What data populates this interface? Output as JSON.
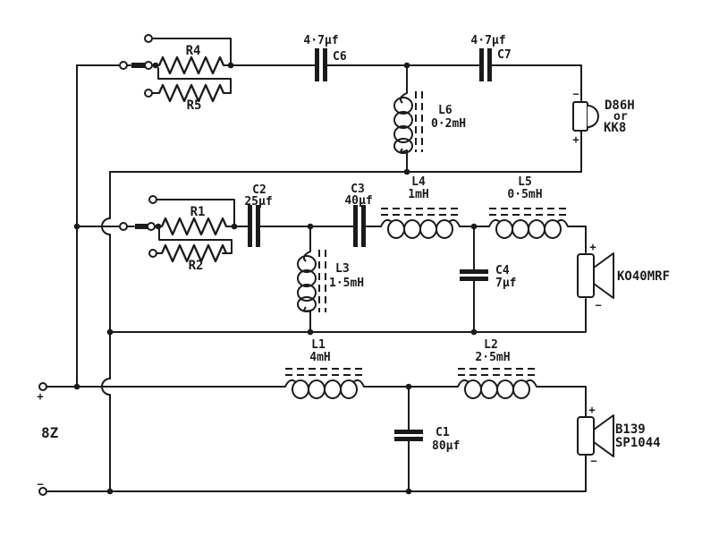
{
  "colors": {
    "background": "#ffffff",
    "ink": "#1b1b1b"
  },
  "input": {
    "impedance": "8Z",
    "positive": "+",
    "negative": "−"
  },
  "resistors": {
    "r1": "R1",
    "r2": "R2",
    "r4": "R4",
    "r5": "R5"
  },
  "capacitors": {
    "c1": {
      "ref": "C1",
      "value": "80µf"
    },
    "c2": {
      "ref": "C2",
      "value": "25µf"
    },
    "c3": {
      "ref": "C3",
      "value": "40µf"
    },
    "c4": {
      "ref": "C4",
      "value": "7µf"
    },
    "c6": {
      "ref": "C6",
      "value": "4·7µf"
    },
    "c7": {
      "ref": "C7",
      "value": "4·7µf"
    }
  },
  "inductors": {
    "l1": {
      "ref": "L1",
      "value": "4mH"
    },
    "l2": {
      "ref": "L2",
      "value": "2·5mH"
    },
    "l3": {
      "ref": "L3",
      "value": "1·5mH"
    },
    "l4": {
      "ref": "L4",
      "value": "1mH"
    },
    "l5": {
      "ref": "L5",
      "value": "0·5mH"
    },
    "l6": {
      "ref": "L6",
      "value": "0·2mH"
    }
  },
  "drivers": {
    "tweeter": {
      "model": "D86H",
      "alt_conjunction": "or",
      "alt_model": "KK8",
      "terminal_top": "−",
      "terminal_bottom": "+"
    },
    "midrange": {
      "model": "KO40MRF",
      "terminal_top": "+",
      "terminal_bottom": "−"
    },
    "woofer": {
      "model": "B139",
      "part": "SP1044",
      "terminal_top": "+",
      "terminal_bottom": "−"
    }
  }
}
